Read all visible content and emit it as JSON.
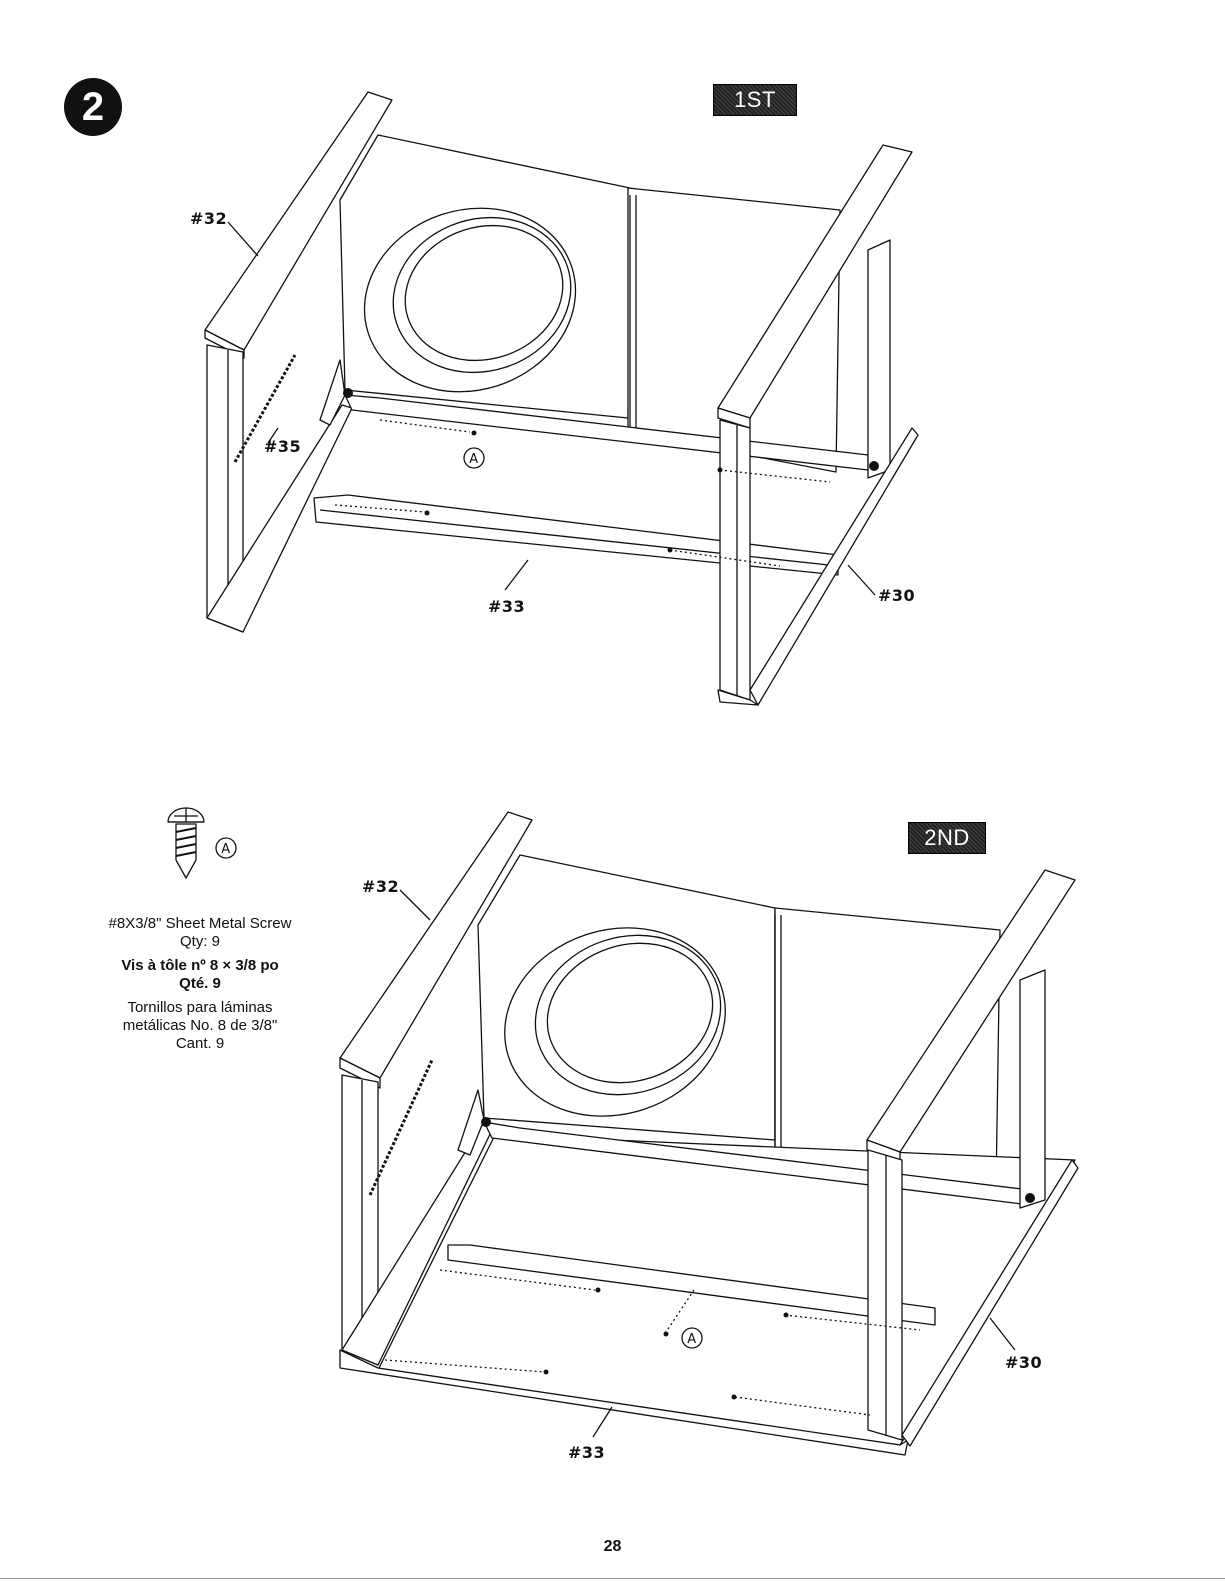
{
  "step": {
    "number": "2"
  },
  "stages": [
    {
      "tag": "1ST",
      "labels": {
        "p32": "#32",
        "p35": "#35",
        "p33": "#33",
        "p30": "#30",
        "screw": "A"
      }
    },
    {
      "tag": "2ND",
      "labels": {
        "p32": "#32",
        "p30": "#30",
        "p33": "#33",
        "screw": "A"
      }
    }
  ],
  "hardware": {
    "callout": "A",
    "english": [
      "#8X3/8\" Sheet Metal Screw",
      "Qty: 9"
    ],
    "french": [
      "Vis à tôle nº 8 × 3/8 po",
      "Qté. 9"
    ],
    "spanish": [
      "Tornillos para láminas",
      "metálicas No. 8 de 3/8\"",
      "Cant. 9"
    ]
  },
  "page": {
    "number": "28"
  }
}
